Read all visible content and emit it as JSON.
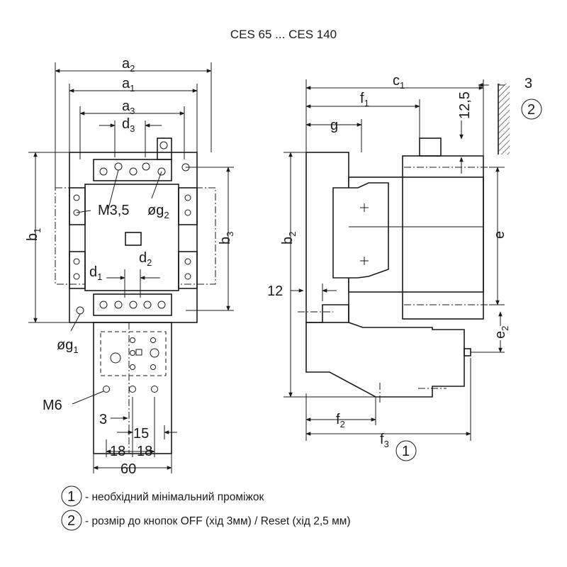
{
  "title": "CES 65 ... CES 140",
  "front_view_labels": {
    "a2": "a",
    "a2_sub": "2",
    "a1": "a",
    "a1_sub": "1",
    "a3": "a",
    "a3_sub": "3",
    "d3": "d",
    "d3_sub": "3",
    "b1": "b",
    "b1_sub": "1",
    "b3": "b",
    "b3_sub": "3",
    "m35": "M3,5",
    "g2": "øg",
    "g2_sub": "2",
    "d1": "d",
    "d1_sub": "1",
    "d2": "d",
    "d2_sub": "2",
    "g1": "øg",
    "g1_sub": "1",
    "m6": "M6",
    "dim_3": "3",
    "dim_15": "15",
    "dim_18a": "18",
    "dim_18b": "18",
    "dim_60": "60"
  },
  "side_view_labels": {
    "c1": "c",
    "c1_sub": "1",
    "f1": "f",
    "f1_sub": "1",
    "g": "g",
    "dim_12_5": "12,5",
    "dim_3": "3",
    "circle_2": "2",
    "b2": "b",
    "b2_sub": "2",
    "e": "e",
    "dim_12": "12",
    "e2": "e",
    "e2_sub": "2",
    "f2": "f",
    "f2_sub": "2",
    "f3": "f",
    "f3_sub": "3",
    "circle_1": "1"
  },
  "legend": [
    {
      "num": "1",
      "text": "- необхідний мінімальний проміжок"
    },
    {
      "num": "2",
      "text": "- розмір до кнопок OFF (хід 3мм) / Reset (хід 2,5 мм)"
    }
  ]
}
